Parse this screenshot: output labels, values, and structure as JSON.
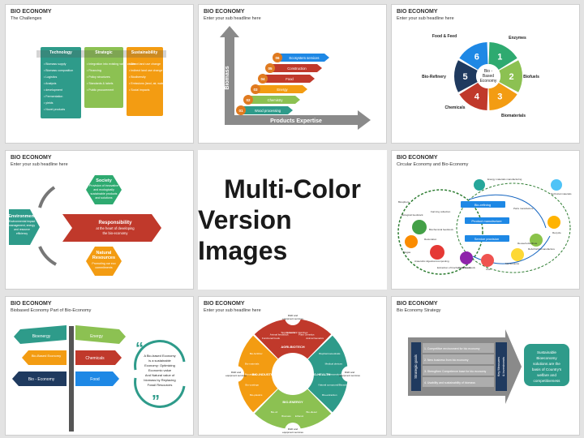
{
  "center": {
    "line1": "Multi-Color",
    "line2": "Version Images"
  },
  "slides": {
    "s1": {
      "title": "BIO ECONOMY",
      "sub": "The Challenges",
      "cols": [
        {
          "head": "Technology",
          "items": [
            "Biomass supply",
            "Biomass composition",
            "Logistics",
            "Analysis",
            "development",
            "Fermentation",
            "yields",
            "Novel products"
          ]
        },
        {
          "head": "Strategic",
          "items": [
            "Integration into existing value chains",
            "Financing",
            "Policy structures",
            "Standards & labels",
            "Public procurement"
          ]
        },
        {
          "head": "Sustainability",
          "items": [
            "Direct land use change",
            "Indirect land use change",
            "Biodiversity",
            "Emissions (land, air, water)",
            "Social impacts"
          ]
        }
      ]
    },
    "s2": {
      "title": "BIO ECONOMY",
      "sub": "Enter your sub headline here",
      "yaxis": "Biomass",
      "xaxis": "Products Expertise",
      "steps": [
        {
          "num": "01",
          "label": "Wood processing"
        },
        {
          "num": "02",
          "label": "Chemistry"
        },
        {
          "num": "03",
          "label": "Energy"
        },
        {
          "num": "04",
          "label": "Food"
        },
        {
          "num": "05",
          "label": "Construction"
        },
        {
          "num": "06",
          "label": "Ecosystem services"
        }
      ]
    },
    "s3": {
      "title": "BIO ECONOMY",
      "sub": "Enter your sub headline here",
      "center": [
        "Bio -",
        "Based",
        "Economy"
      ],
      "segments": [
        {
          "num": "1",
          "label": "Enzymes"
        },
        {
          "num": "2",
          "label": "Biofuels"
        },
        {
          "num": "3",
          "label": "Biomaterials"
        },
        {
          "num": "4",
          "label": "Chemicals"
        },
        {
          "num": "5",
          "label": "Bio-Refinery"
        },
        {
          "num": "6",
          "label": "Food & Feed"
        }
      ]
    },
    "s4": {
      "title": "BIO ECONOMY",
      "sub": "Enter your sub headline here",
      "society": {
        "head": "Society",
        "text": [
          "Provision of innovative",
          "and ecologically",
          "sustainable products",
          "and solutions"
        ]
      },
      "environment": {
        "head": "Environment",
        "text": [
          "Environmental impact",
          "management, energy",
          "and resource",
          "efficiency"
        ]
      },
      "responsibility": {
        "head": "Responsibility",
        "text": [
          "at the heart of developing",
          "the bio-economy"
        ]
      },
      "natural": {
        "head": [
          "Natural",
          "Resources"
        ],
        "text": [
          "Promoting our eco",
          "commitments"
        ]
      }
    },
    "s5": {
      "title": "BIO ECONOMY",
      "sub": "Circular Economy and Bio-Economy",
      "labels": {
        "biorefining": "Bio-refining",
        "product": "Product manufacture",
        "service": "Service provision",
        "parts": "Parts manufacture",
        "consumers": "Consumers",
        "user": "User",
        "biosphere": "Biosphere",
        "farming": "Farming collection",
        "bio_feed": "Biological feedstock",
        "biochem": "Biochemical feedstock",
        "restoration": "Restoration",
        "biogas": "Biogas",
        "anaerobic": "Anaerobic digestion/composting",
        "extraction": "Extraction of biochemical feedstock",
        "energy_mat": "Energy materials manufacturing",
        "technical": "Technical materials",
        "recycle": "Recycle",
        "refurbish": "Refurbish/remanufacture",
        "reuse": "Reuse/redistribute",
        "maintenance": "Maintenance"
      }
    },
    "s6": {
      "title": "BIO ECONOMY",
      "sub": "Biobased Economy Part of Bio-Economy",
      "signs": [
        "Bioenergy",
        "Energy",
        "Bio-Based Economy",
        "Chemicals",
        "Bio - Economy",
        "Food"
      ],
      "quote": [
        "A Bio-based Economy",
        "is a sustainable",
        "Economy: Optimizing",
        "Economic value",
        "And Natural value of",
        "biomass by Replacing",
        "Fossil Resources"
      ]
    },
    "s7": {
      "title": "BIO ECONOMY",
      "sub": "Enter your sub headline here",
      "sectors": [
        "BIO-HEALTH",
        "BIO-ENERGY",
        "BIO-INDUSTRIAL",
        "AGRI-BIOTECH"
      ],
      "rd": "R&D and equipment services",
      "health_items": [
        "Biopharmaceuticals",
        "Medical devices",
        "Nutraceuticals",
        "Natural compound/Bioactive",
        "Bio-extraction"
      ],
      "energy_items": [
        "Bio-diesel",
        "Ethanol",
        "Biomass",
        "Bio-oil"
      ],
      "industrial_items": [
        "Bio-plastics",
        "Bio-coatings",
        "Biocatalyst",
        "Bio-materials",
        "Bio-fertilizer"
      ],
      "agri_items": [
        "Functional foods",
        "Animal feedstock",
        "Supplements",
        "Livestock Vaccines",
        "Plant Genetics",
        "Animal Genetics"
      ]
    },
    "s8": {
      "title": "BIO ECONOMY",
      "sub": "Bio Economy Strategy",
      "goals_label": "Strategic goals",
      "goals": [
        "1. Competitive environment for bio economy",
        "2. New business from bio economy",
        "3. Strengthen Competence base for bio economy",
        "4. Usability and sustainability of biomass"
      ],
      "key_label": [
        "Key Measures",
        "& Investments"
      ],
      "result": [
        "Sustainable",
        "Bioeconomy",
        "solutions are the",
        "basis of Country's",
        "welfare and",
        "competitiveness"
      ]
    }
  }
}
